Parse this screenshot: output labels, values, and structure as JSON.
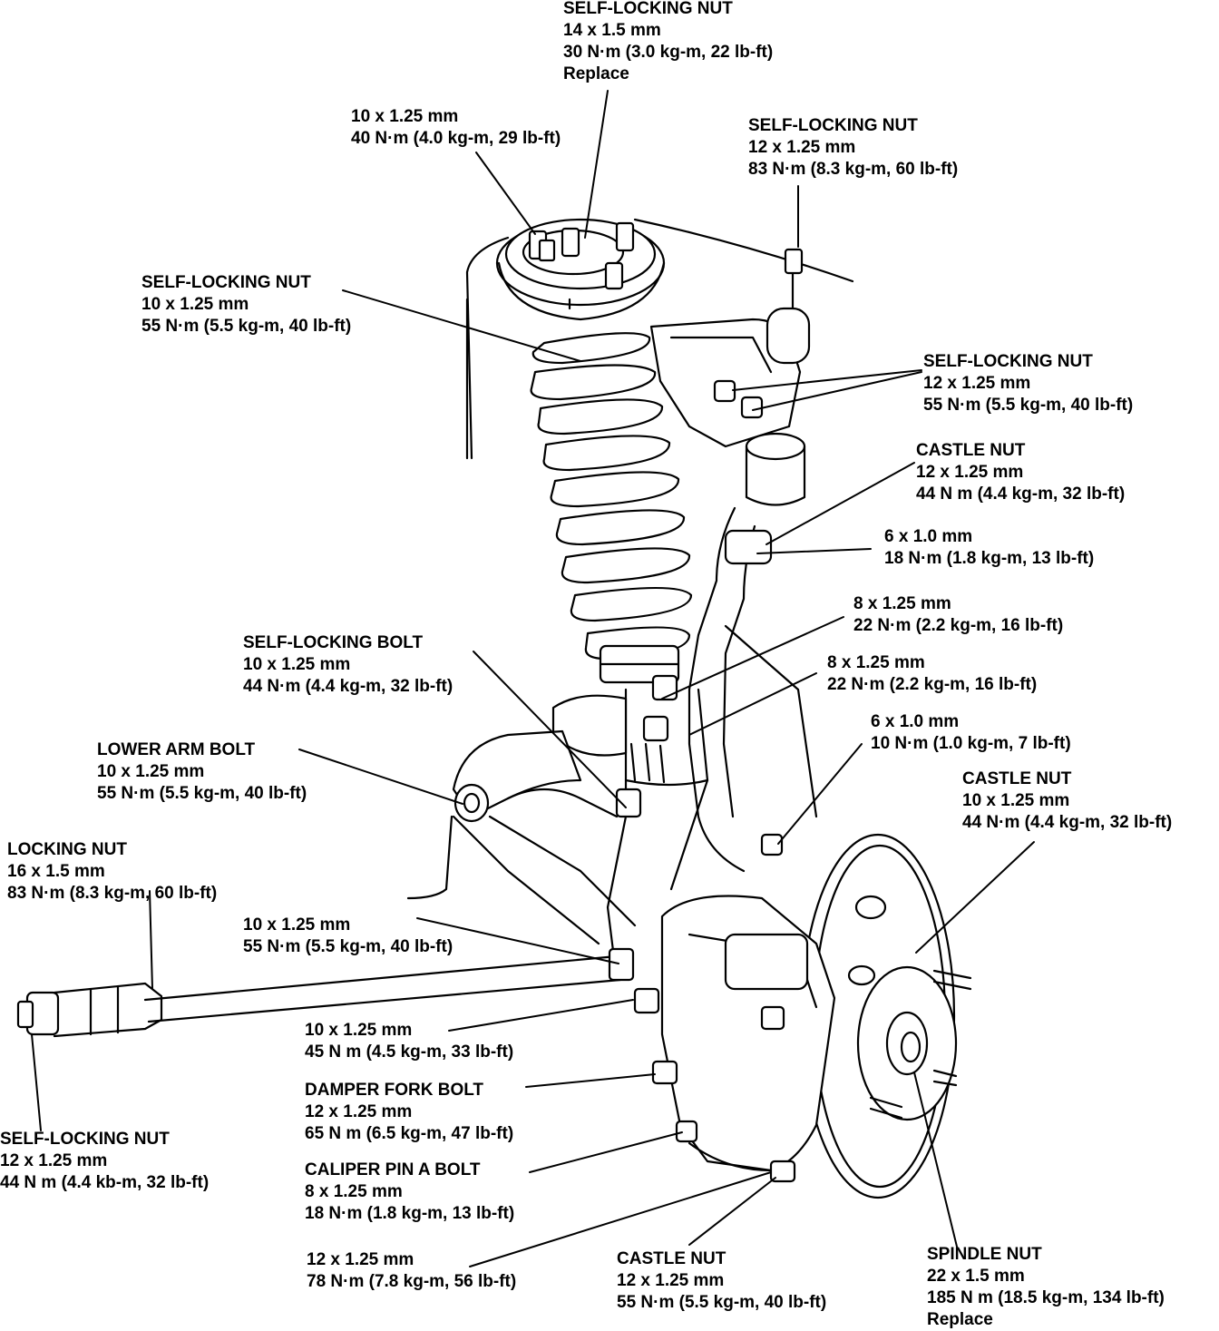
{
  "callouts": {
    "c01": [
      "SELF-LOCKING NUT",
      "14 x 1.5 mm",
      "30 N·m (3.0 kg-m, 22 lb-ft)",
      "Replace"
    ],
    "c02": [
      "10 x 1.25 mm",
      "40 N·m (4.0 kg-m, 29 lb-ft)"
    ],
    "c03": [
      "SELF-LOCKING NUT",
      "12 x 1.25 mm",
      "83 N·m (8.3 kg-m, 60 lb-ft)"
    ],
    "c04": [
      "SELF-LOCKING NUT",
      "10 x 1.25 mm",
      "55 N·m (5.5 kg-m, 40 lb-ft)"
    ],
    "c05": [
      "SELF-LOCKING NUT",
      "12 x 1.25 mm",
      "55 N·m (5.5 kg-m, 40 lb-ft)"
    ],
    "c06": [
      "CASTLE NUT",
      "12 x 1.25 mm",
      "44 N m (4.4 kg-m, 32 lb-ft)"
    ],
    "c07": [
      "6 x 1.0 mm",
      "18 N·m (1.8 kg-m, 13 lb-ft)"
    ],
    "c08": [
      "8 x 1.25 mm",
      "22 N·m (2.2 kg-m, 16 lb-ft)"
    ],
    "c09": [
      "SELF-LOCKING BOLT",
      "10 x 1.25 mm",
      "44 N·m (4.4 kg-m, 32 lb-ft)"
    ],
    "c10": [
      "8 x 1.25 mm",
      "22 N·m (2.2 kg-m, 16 lb-ft)"
    ],
    "c11": [
      "6 x 1.0 mm",
      "10 N·m (1.0 kg-m, 7 lb-ft)"
    ],
    "c12": [
      "LOWER ARM BOLT",
      "10 x 1.25 mm",
      "55 N·m (5.5 kg-m, 40 lb-ft)"
    ],
    "c13": [
      "CASTLE NUT",
      "10 x 1.25 mm",
      "44 N·m (4.4 kg-m, 32 lb-ft)"
    ],
    "c14": [
      "LOCKING NUT",
      "16 x 1.5 mm",
      "83 N·m (8.3 kg-m, 60 lb-ft)"
    ],
    "c15": [
      "10 x 1.25 mm",
      "55 N·m (5.5 kg-m, 40 lb-ft)"
    ],
    "c16": [
      "10 x 1.25 mm",
      "45 N m (4.5 kg-m, 33 lb-ft)"
    ],
    "c17": [
      "DAMPER FORK BOLT",
      "12 x 1.25 mm",
      "65 N m (6.5 kg-m, 47 lb-ft)"
    ],
    "c18": [
      "SELF-LOCKING NUT",
      "12 x 1.25 mm",
      "44 N m (4.4 kb-m, 32 lb-ft)"
    ],
    "c19": [
      "CALIPER PIN A BOLT",
      "8 x 1.25 mm",
      "18 N·m (1.8 kg-m, 13 lb-ft)"
    ],
    "c20": [
      "12 x 1.25 mm",
      "78 N·m (7.8 kg-m, 56 lb-ft)"
    ],
    "c21": [
      "CASTLE NUT",
      "12 x 1.25 mm",
      "55 N·m (5.5 kg-m, 40 lb-ft)"
    ],
    "c22": [
      "SPINDLE NUT",
      "22 x 1.5 mm",
      "185 N m (18.5 kg-m, 134 lb-ft)",
      "Replace"
    ]
  }
}
